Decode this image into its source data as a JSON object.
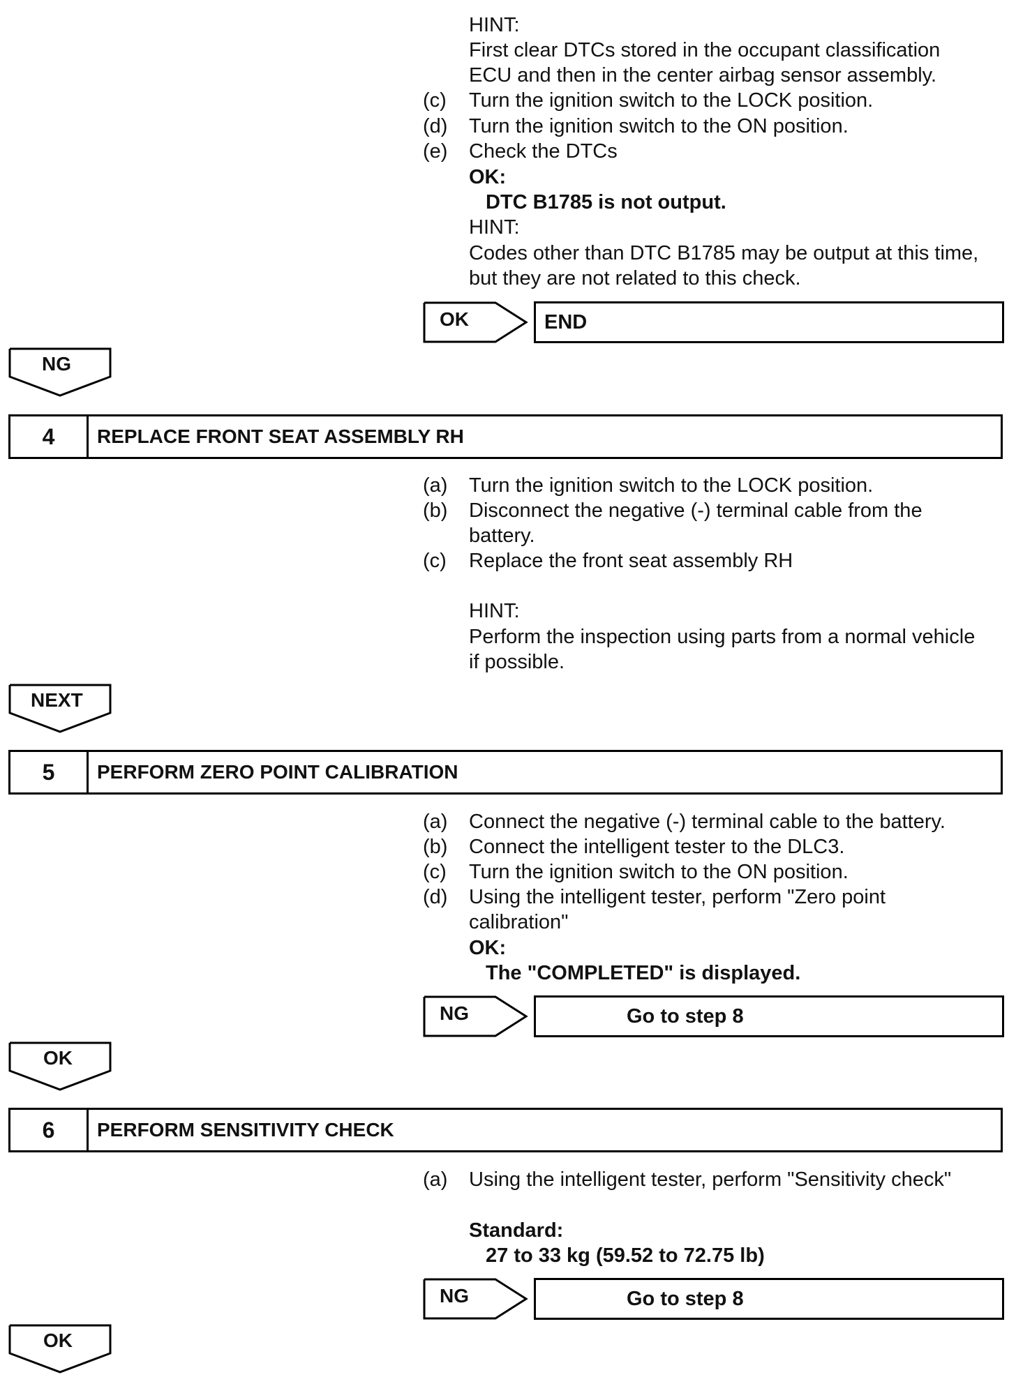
{
  "top": {
    "hint1_label": "HINT:",
    "hint1_line1": "First clear DTCs stored in the occupant classification",
    "hint1_line2": "ECU and then in the center airbag sensor assembly.",
    "items": [
      {
        "label": "(c)",
        "text": "Turn the ignition switch to the LOCK position."
      },
      {
        "label": "(d)",
        "text": "Turn the ignition switch to the ON position."
      },
      {
        "label": "(e)",
        "text": "Check the DTCs"
      }
    ],
    "ok_label": "OK:",
    "ok_value": "DTC B1785 is not output.",
    "hint2_label": "HINT:",
    "hint2_line1": "Codes other than DTC B1785 may be output at this time,",
    "hint2_line2": "but they are not related to this check.",
    "branch_tag": "OK",
    "branch_dest": "END",
    "down_tag": "NG"
  },
  "step4": {
    "number": "4",
    "title": "REPLACE FRONT SEAT ASSEMBLY RH",
    "items": [
      {
        "label": "(a)",
        "text": "Turn the ignition switch to the LOCK position."
      },
      {
        "label": "(b)",
        "text": "Disconnect the negative (-) terminal cable from the",
        "text2": "battery."
      },
      {
        "label": "(c)",
        "text": "Replace the front seat assembly RH"
      }
    ],
    "hint_label": "HINT:",
    "hint_line1": "Perform the inspection using parts from a normal vehicle",
    "hint_line2": "if possible.",
    "down_tag": "NEXT"
  },
  "step5": {
    "number": "5",
    "title": "PERFORM ZERO POINT CALIBRATION",
    "items": [
      {
        "label": "(a)",
        "text": "Connect the negative (-) terminal cable to the battery."
      },
      {
        "label": "(b)",
        "text": "Connect the intelligent tester to the DLC3."
      },
      {
        "label": "(c)",
        "text": "Turn the ignition switch to the ON position."
      },
      {
        "label": "(d)",
        "text": "Using the intelligent tester, perform \"Zero point",
        "text2": "calibration\""
      }
    ],
    "ok_label": "OK:",
    "ok_value": "The \"COMPLETED\" is displayed.",
    "branch_tag": "NG",
    "branch_dest": "Go to step 8",
    "down_tag": "OK"
  },
  "step6": {
    "number": "6",
    "title": "PERFORM SENSITIVITY CHECK",
    "items": [
      {
        "label": "(a)",
        "text": "Using the intelligent tester, perform \"Sensitivity check\""
      }
    ],
    "standard_label": "Standard:",
    "standard_value": "27 to 33 kg (59.52 to 72.75 lb)",
    "branch_tag": "NG",
    "branch_dest": "Go to step 8",
    "down_tag": "OK"
  }
}
